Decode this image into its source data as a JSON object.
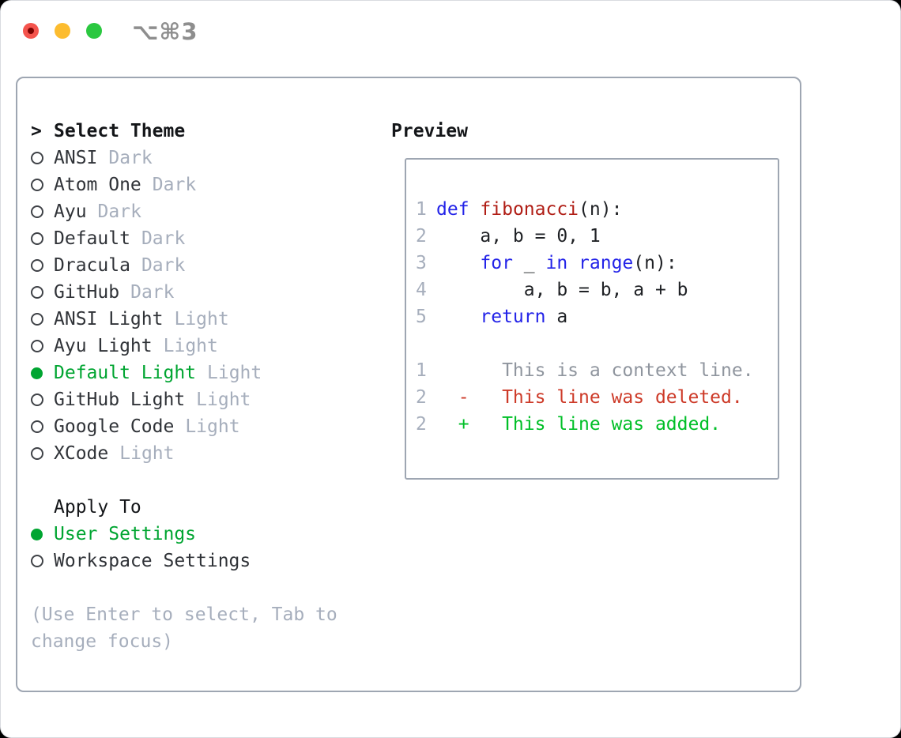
{
  "window": {
    "title": "⌥⌘3"
  },
  "theme_menu": {
    "cursor": ">",
    "title": "Select Theme",
    "items": [
      {
        "name": "ANSI",
        "variant": "Dark",
        "selected": false
      },
      {
        "name": "Atom One",
        "variant": "Dark",
        "selected": false
      },
      {
        "name": "Ayu",
        "variant": "Dark",
        "selected": false
      },
      {
        "name": "Default",
        "variant": "Dark",
        "selected": false
      },
      {
        "name": "Dracula",
        "variant": "Dark",
        "selected": false
      },
      {
        "name": "GitHub",
        "variant": "Dark",
        "selected": false
      },
      {
        "name": "ANSI Light",
        "variant": "Light",
        "selected": false
      },
      {
        "name": "Ayu Light",
        "variant": "Light",
        "selected": false
      },
      {
        "name": "Default Light",
        "variant": "Light",
        "selected": true
      },
      {
        "name": "GitHub Light",
        "variant": "Light",
        "selected": false
      },
      {
        "name": "Google Code",
        "variant": "Light",
        "selected": false
      },
      {
        "name": "XCode",
        "variant": "Light",
        "selected": false
      }
    ]
  },
  "apply_to": {
    "title": "Apply To",
    "options": [
      {
        "name": "User Settings",
        "selected": true
      },
      {
        "name": "Workspace Settings",
        "selected": false
      }
    ]
  },
  "hint": {
    "line1": "(Use Enter to select, Tab to",
    "line2": "change focus)"
  },
  "preview": {
    "title": "Preview",
    "lines": [
      {
        "num": "1",
        "segments": [
          {
            "text": "def"
          },
          {
            "text": " "
          },
          {
            "text": "fibonacci"
          },
          {
            "text": "(n):"
          }
        ]
      },
      {
        "num": "2",
        "segments": [
          {
            "text": "    a, b = 0, 1"
          }
        ]
      },
      {
        "num": "3",
        "segments": [
          {
            "text": "    "
          },
          {
            "text": "for"
          },
          {
            "text": " _ "
          },
          {
            "text": "in"
          },
          {
            "text": " "
          },
          {
            "text": "range"
          },
          {
            "text": "(n):"
          }
        ]
      },
      {
        "num": "4",
        "segments": [
          {
            "text": "        a, b = b, a + b"
          }
        ]
      },
      {
        "num": "5",
        "segments": [
          {
            "text": "    "
          },
          {
            "text": "return"
          },
          {
            "text": " a"
          }
        ]
      },
      {
        "num": "",
        "segments": []
      },
      {
        "num": "1",
        "segments": [
          {
            "text": "      This is a context line."
          }
        ]
      },
      {
        "num": "2",
        "segments": [
          {
            "text": "  -   This line was deleted."
          }
        ]
      },
      {
        "num": "2",
        "segments": [
          {
            "text": "  +   This line was added."
          }
        ]
      }
    ]
  },
  "colors": {
    "selected_green": "#00a531",
    "added_green": "#00bf27",
    "deleted_red": "#cd3a28",
    "keyword_blue": "#2323e8",
    "function_red": "#b01d15",
    "muted_gray": "#a6aebc",
    "context_gray": "#8f959e",
    "panel_border": "#9ea6b2",
    "traffic_red": "#f4544d",
    "traffic_yellow": "#fcbc2f",
    "traffic_green": "#2bc840",
    "title_gray": "#8e8e8e"
  }
}
